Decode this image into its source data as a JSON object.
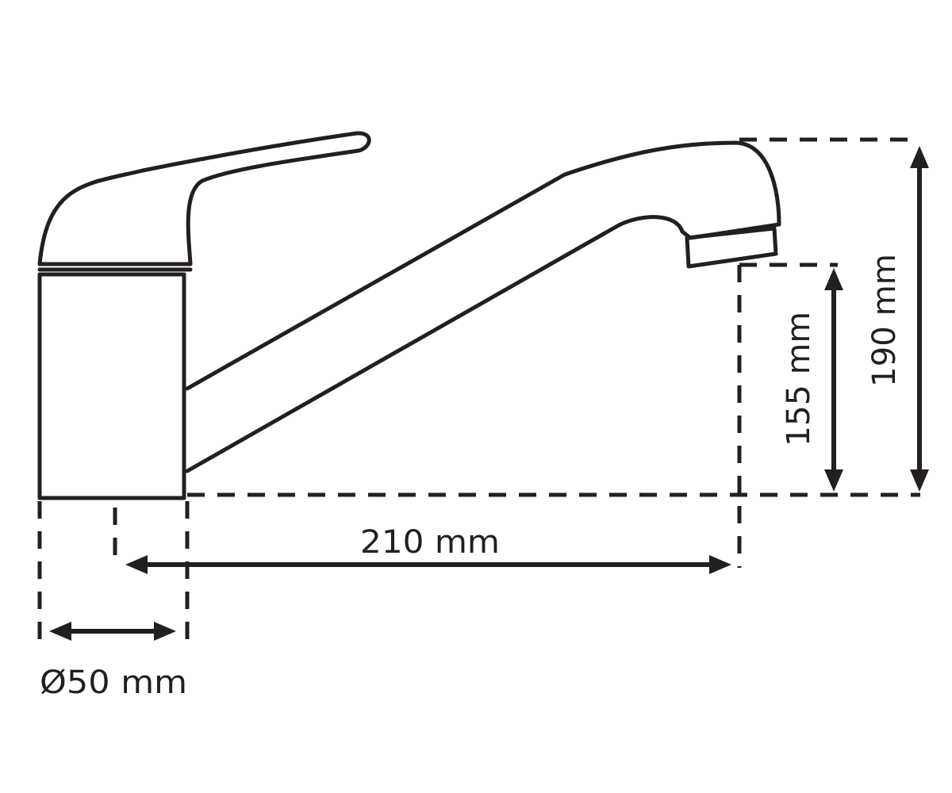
{
  "dimensions": {
    "diameter_label": "Ø50 mm",
    "reach_label": "210 mm",
    "spout_height_label": "155 mm",
    "total_height_label": "190 mm"
  }
}
